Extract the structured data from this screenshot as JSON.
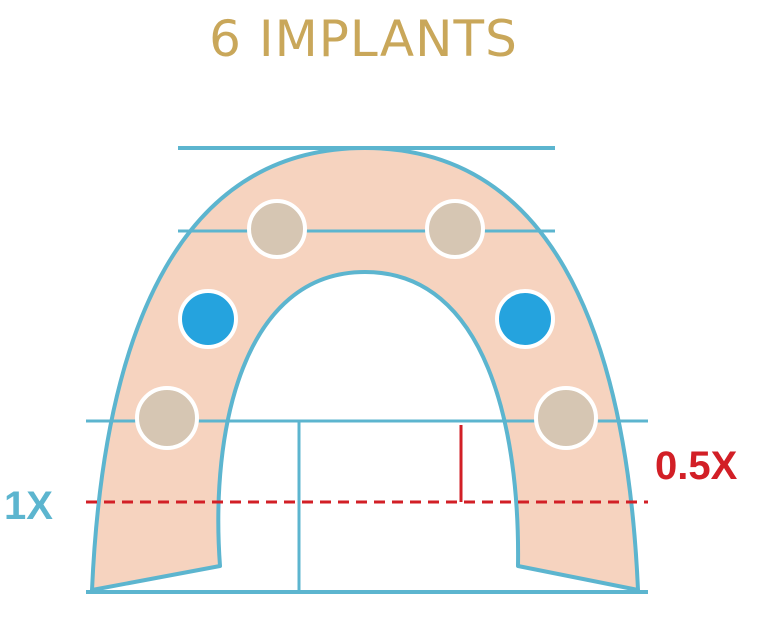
{
  "title": "6 IMPLANTS",
  "labels": {
    "left_ratio": "1X",
    "right_ratio": "0.5X"
  },
  "implants": [
    {
      "id": "anterior-left",
      "type": "standard"
    },
    {
      "id": "anterior-right",
      "type": "standard"
    },
    {
      "id": "middle-left",
      "type": "highlighted"
    },
    {
      "id": "middle-right",
      "type": "highlighted"
    },
    {
      "id": "posterior-left",
      "type": "standard"
    },
    {
      "id": "posterior-right",
      "type": "standard"
    }
  ],
  "colors": {
    "title": "#c9a75a",
    "arch_fill": "#f6d3bf",
    "arch_outline": "#5cb5cf",
    "guide_line": "#5cb5cf",
    "implant_standard": "#d6c6b3",
    "implant_highlighted": "#25a3de",
    "implant_border": "#ffffff",
    "measure_red": "#d21f26",
    "label_1x": "#5cb5cf",
    "label_05x": "#d21f26"
  }
}
